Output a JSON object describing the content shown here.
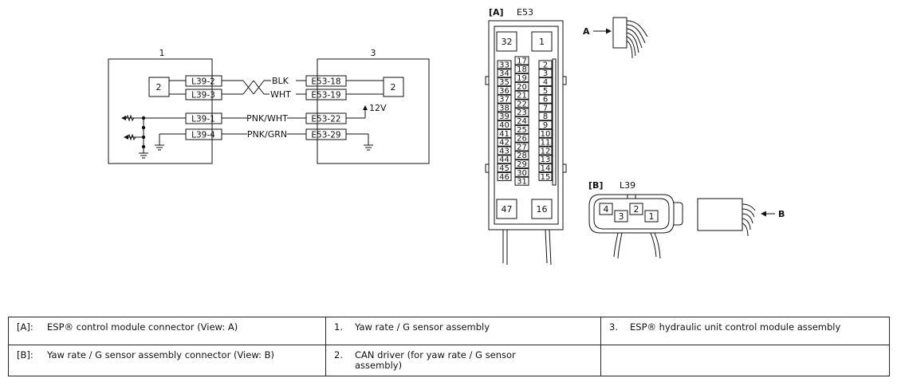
{
  "schematic": {
    "left_unit_number": "1",
    "right_unit_number": "3",
    "can_driver_label": "2",
    "terminals_left": [
      "L39-2",
      "L39-3",
      "L39-1",
      "L39-4"
    ],
    "terminals_right": [
      "E53-18",
      "E53-19",
      "E53-22",
      "E53-29"
    ],
    "wire_colors": [
      "BLK",
      "WHT",
      "PNK/WHT",
      "PNK/GRN"
    ],
    "supply_label": "12V"
  },
  "connector_a": {
    "tag": "[A]",
    "name": "E53",
    "corner_pins": [
      "32",
      "1",
      "47",
      "16"
    ],
    "left_column": [
      "33",
      "34",
      "35",
      "36",
      "37",
      "38",
      "39",
      "40",
      "41",
      "42",
      "43",
      "44",
      "45",
      "46"
    ],
    "middle_column": [
      "17",
      "18",
      "19",
      "20",
      "21",
      "22",
      "23",
      "24",
      "25",
      "26",
      "27",
      "28",
      "29",
      "30",
      "31"
    ],
    "right_column": [
      "2",
      "3",
      "4",
      "5",
      "6",
      "7",
      "8",
      "9",
      "10",
      "11",
      "12",
      "13",
      "14",
      "15"
    ],
    "view_label": "A"
  },
  "connector_b": {
    "tag": "[B]",
    "name": "L39",
    "pins": [
      "4",
      "3",
      "2",
      "1"
    ],
    "view_label": "B"
  },
  "legend": {
    "row1": [
      {
        "label": "[A]:",
        "text": "ESP® control module connector (View: A)"
      },
      {
        "label": "1.",
        "text": "Yaw rate / G sensor assembly"
      },
      {
        "label": "3.",
        "text": "ESP® hydraulic unit control module assembly"
      }
    ],
    "row2": [
      {
        "label": "[B]:",
        "text": "Yaw rate / G sensor assembly connector (View: B)"
      },
      {
        "label": "2.",
        "text": "CAN driver (for yaw rate / G sensor assembly)"
      },
      {
        "label": "",
        "text": ""
      }
    ]
  }
}
